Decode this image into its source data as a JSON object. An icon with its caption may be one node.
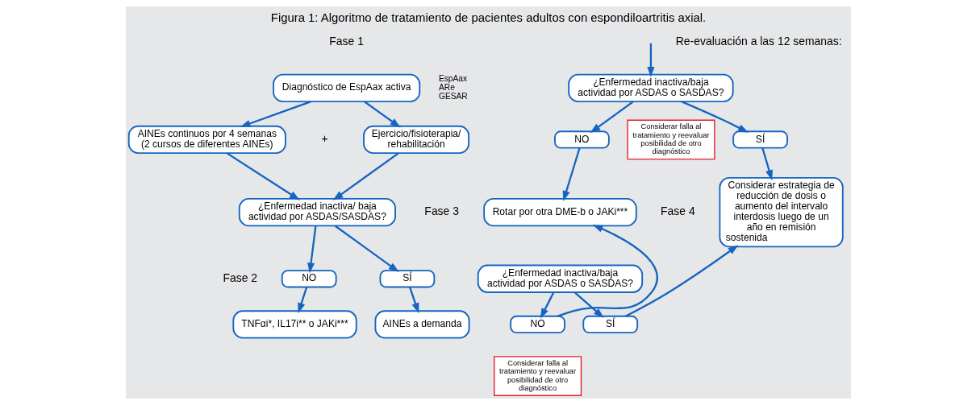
{
  "diagram": {
    "title": "Figura 1: Algoritmo de tratamiento de pacientes adultos con espondiloartritis axial.",
    "nodes": [
      {
        "text": [
          "Diagnóstico de EspAax activa"
        ],
        "beside": [
          "EspAax",
          "ARe",
          "GESAR"
        ]
      },
      {
        "text": [
          "AINEs continuos por 4 semanas (2 cursos de diferentes AINEs)"
        ]
      },
      {
        "text": [
          "Ejercicio/fisioterapia/ rehabilitación"
        ]
      },
      {
        "text": [
          "¿Enfermedad inactiva/ baja actividad por ASDAS/SASDAS?"
        ]
      },
      {
        "text": [
          "NO"
        ]
      },
      {
        "text": [
          "SÍ"
        ]
      },
      {
        "text": [
          "TNFαi*, IL17i** o JAKi***"
        ]
      },
      {
        "text": [
          "AINEs a demanda"
        ]
      },
      {
        "text": [
          "¿Enfermedad inactiva/baja actividad por ASDAS o SASDAS?"
        ]
      },
      {
        "text": [
          "NO"
        ]
      },
      {
        "text": [
          "SÍ"
        ]
      },
      {
        "text": [
          "Considerar falla al tratamiento y reevaluar posibilidad de otro diagnóstico"
        ]
      },
      {
        "text": [
          "Rotar por otra DME-b o JAKi***"
        ]
      },
      {
        "text": [
          "Considerar estrategia de reducción de dosis o aumento del intervalo interdosis luego de un año en remisión sostenida"
        ]
      },
      {
        "text": [
          "¿Enfermedad inactiva/baja actividad por ASDAS o SASDAS?"
        ]
      },
      {
        "text": [
          "NO"
        ]
      },
      {
        "text": [
          "SÍ"
        ]
      },
      {
        "text": [
          "Considerar falla al tratamiento y reevaluar posibilidad de otro diagnóstico"
        ]
      }
    ],
    "edges": [
      {
        "from": 0,
        "to": 1,
        "arrow": "to"
      },
      {
        "from": 0,
        "to": 2,
        "arrow": "to"
      },
      {
        "from": 1,
        "to": 3,
        "arrow": "to"
      },
      {
        "from": 2,
        "to": 3,
        "arrow": "to"
      },
      {
        "from": 3,
        "to": 4,
        "arrow": "to"
      },
      {
        "from": 3,
        "to": 5,
        "arrow": "to"
      },
      {
        "from": 4,
        "to": 6,
        "arrow": "to"
      },
      {
        "from": 5,
        "to": 7,
        "arrow": "to"
      },
      {
        "from": null,
        "to": 8,
        "arrow": "to"
      },
      {
        "from": 8,
        "to": 9,
        "arrow": "to"
      },
      {
        "from": 8,
        "to": 10,
        "arrow": "to"
      },
      {
        "from": 9,
        "to": 12,
        "arrow": "to"
      },
      {
        "from": 10,
        "to": 13,
        "arrow": "to"
      },
      {
        "from": 14,
        "to": 15,
        "arrow": "to"
      },
      {
        "from": 14,
        "to": 16,
        "arrow": "to"
      },
      {
        "from": 15,
        "to": 12,
        "arrow": "to"
      },
      {
        "from": 16,
        "to": 13,
        "arrow": "to"
      }
    ],
    "labels": [
      "Fase 1",
      "+",
      "Fase 2",
      "Re-evaluación a las 12 semanas:",
      "Fase 3",
      "Fase 4"
    ]
  }
}
